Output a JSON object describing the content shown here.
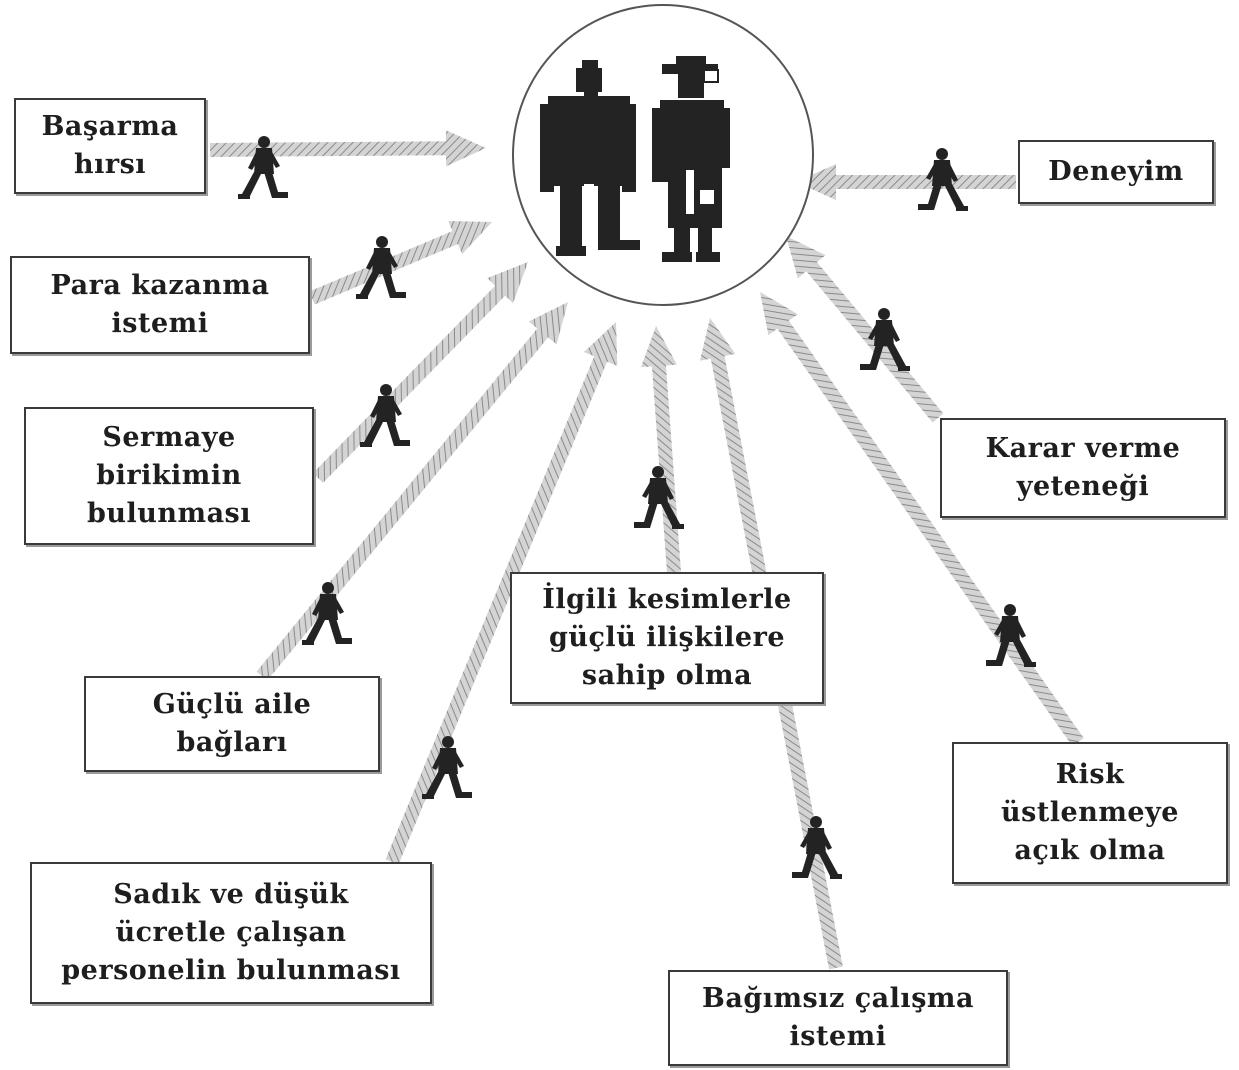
{
  "center_label": "",
  "factors": [
    {
      "id": "basarma",
      "label": "Başarma\nhırsı"
    },
    {
      "id": "para",
      "label": "Para kazanma\nistemi"
    },
    {
      "id": "sermaye",
      "label": "Sermaye\nbirikimin\nbulunması"
    },
    {
      "id": "aile",
      "label": "Güçlü aile\nbağları"
    },
    {
      "id": "sadik",
      "label": "Sadık ve düşük\nücretle çalışan\npersonelin bulunması"
    },
    {
      "id": "ilgili",
      "label": "İlgili kesimlerle\ngüçlü ilişkilere\nsahip olma"
    },
    {
      "id": "bagimsiz",
      "label": "Bağımsız çalışma\nistemi"
    },
    {
      "id": "risk",
      "label": "Risk\nüstlenmeye\naçık olma"
    },
    {
      "id": "karar",
      "label": "Karar verme\nyeteneği"
    },
    {
      "id": "deneyim",
      "label": "Deneyim"
    }
  ],
  "colors": {
    "arrow": "#b4b4b4",
    "figure": "#232323",
    "border": "#3a3a3a"
  },
  "icons": {
    "walker": "walking-person-icon",
    "couple": "entrepreneur-couple-icon"
  }
}
